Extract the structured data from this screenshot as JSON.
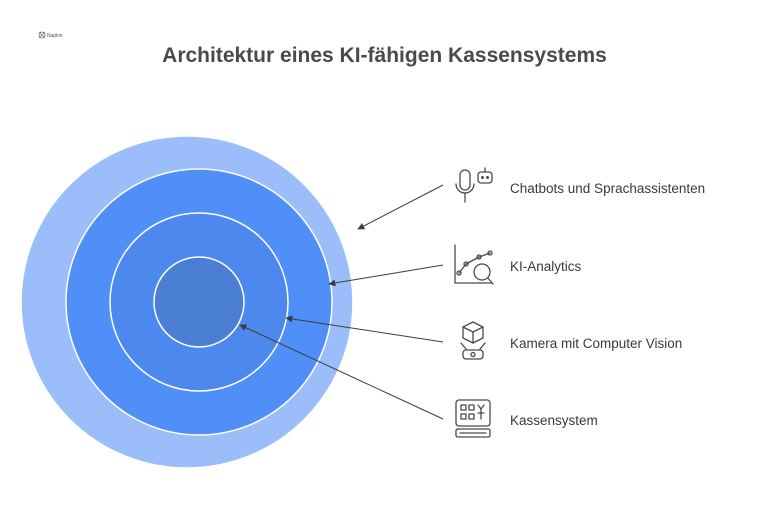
{
  "title": "Architektur eines KI-fähigen Kassensystems",
  "logo": {
    "icon": "brand-logo-icon",
    "text": "Napkin"
  },
  "colors": {
    "ring_outer": "#9bbdf9",
    "ring_second": "#4f8ff7",
    "ring_third": "#4c88ee",
    "core": "#4a7fd4",
    "ring_stroke": "#ffffff",
    "arrow": "#3c3c3c",
    "icon_stroke": "#4a4a4a",
    "text": "#3a3a3a"
  },
  "layers": [
    {
      "label": "Chatbots und Sprachassistenten",
      "icon": "microphone-chatbot-icon"
    },
    {
      "label": "KI-Analytics",
      "icon": "analytics-magnifier-icon"
    },
    {
      "label": "Kamera mit Computer Vision",
      "icon": "camera-vision-icon"
    },
    {
      "label": "Kassensystem",
      "icon": "cash-register-icon"
    }
  ]
}
